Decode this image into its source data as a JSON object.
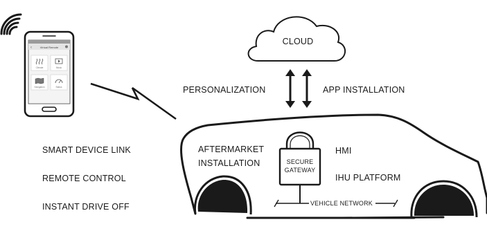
{
  "cloud_label": "CLOUD",
  "personalization_label": "PERSONALIZATION",
  "app_installation_label": "APP INSTALLATION",
  "left_features": [
    "SMART DEVICE LINK",
    "REMOTE CONTROL",
    "INSTANT DRIVE OFF"
  ],
  "aftermarket_label_line1": "AFTERMARKET",
  "aftermarket_label_line2": "INSTALLATION",
  "hmi_label": "HMI",
  "ihu_platform_label": "IHU PLATFORM",
  "secure_gateway_line1": "SECURE",
  "secure_gateway_line2": "GATEWAY",
  "vehicle_network_label": "VEHICLE NETWORK",
  "phone_screen_title": "Virtual Remote",
  "phone_tiles": [
    {
      "icon": "heat-icon",
      "label": "Climate"
    },
    {
      "icon": "play-icon",
      "label": "Music"
    },
    {
      "icon": "map-icon",
      "label": "Navigation"
    },
    {
      "icon": "gauge-icon",
      "label": "Status"
    }
  ],
  "colors": {
    "line": "#1a1a1a",
    "phone_screen": "#f4f4f4",
    "phone_body": "#ffffff"
  }
}
